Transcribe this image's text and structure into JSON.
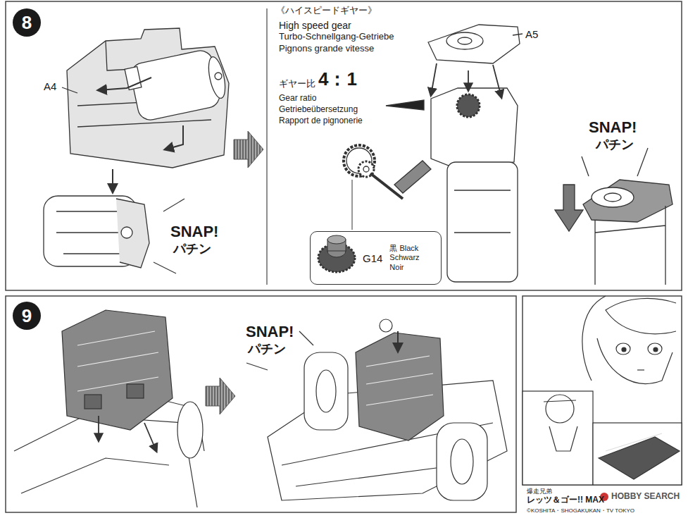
{
  "diagram": {
    "nodes": [
      {
        "text": [
          "8"
        ]
      },
      {
        "text": [
          "G14",
          "黒 Black Schwarz Noir"
        ]
      },
      {
        "text": [
          "9"
        ]
      }
    ],
    "labels": [
      "A4",
      "SNAP!",
      "パチン",
      "《ハイスピードギヤー》",
      "High speed gear",
      "Turbo-Schnellgang-Getriebe",
      "Pignons grande vitesse",
      "ギヤー比",
      "4：1",
      "Gear ratio",
      "Getriebeübersetzung",
      "Rapport de pignonerie",
      "A5",
      "SNAP!",
      "パチン",
      "SNAP!",
      "パチン",
      "爆走兄弟",
      "レッツ＆ゴー!! MAX",
      "©KOSHITA・SHOGAKUKAN・TV TOKYO",
      "HOBBY SEARCH"
    ]
  }
}
